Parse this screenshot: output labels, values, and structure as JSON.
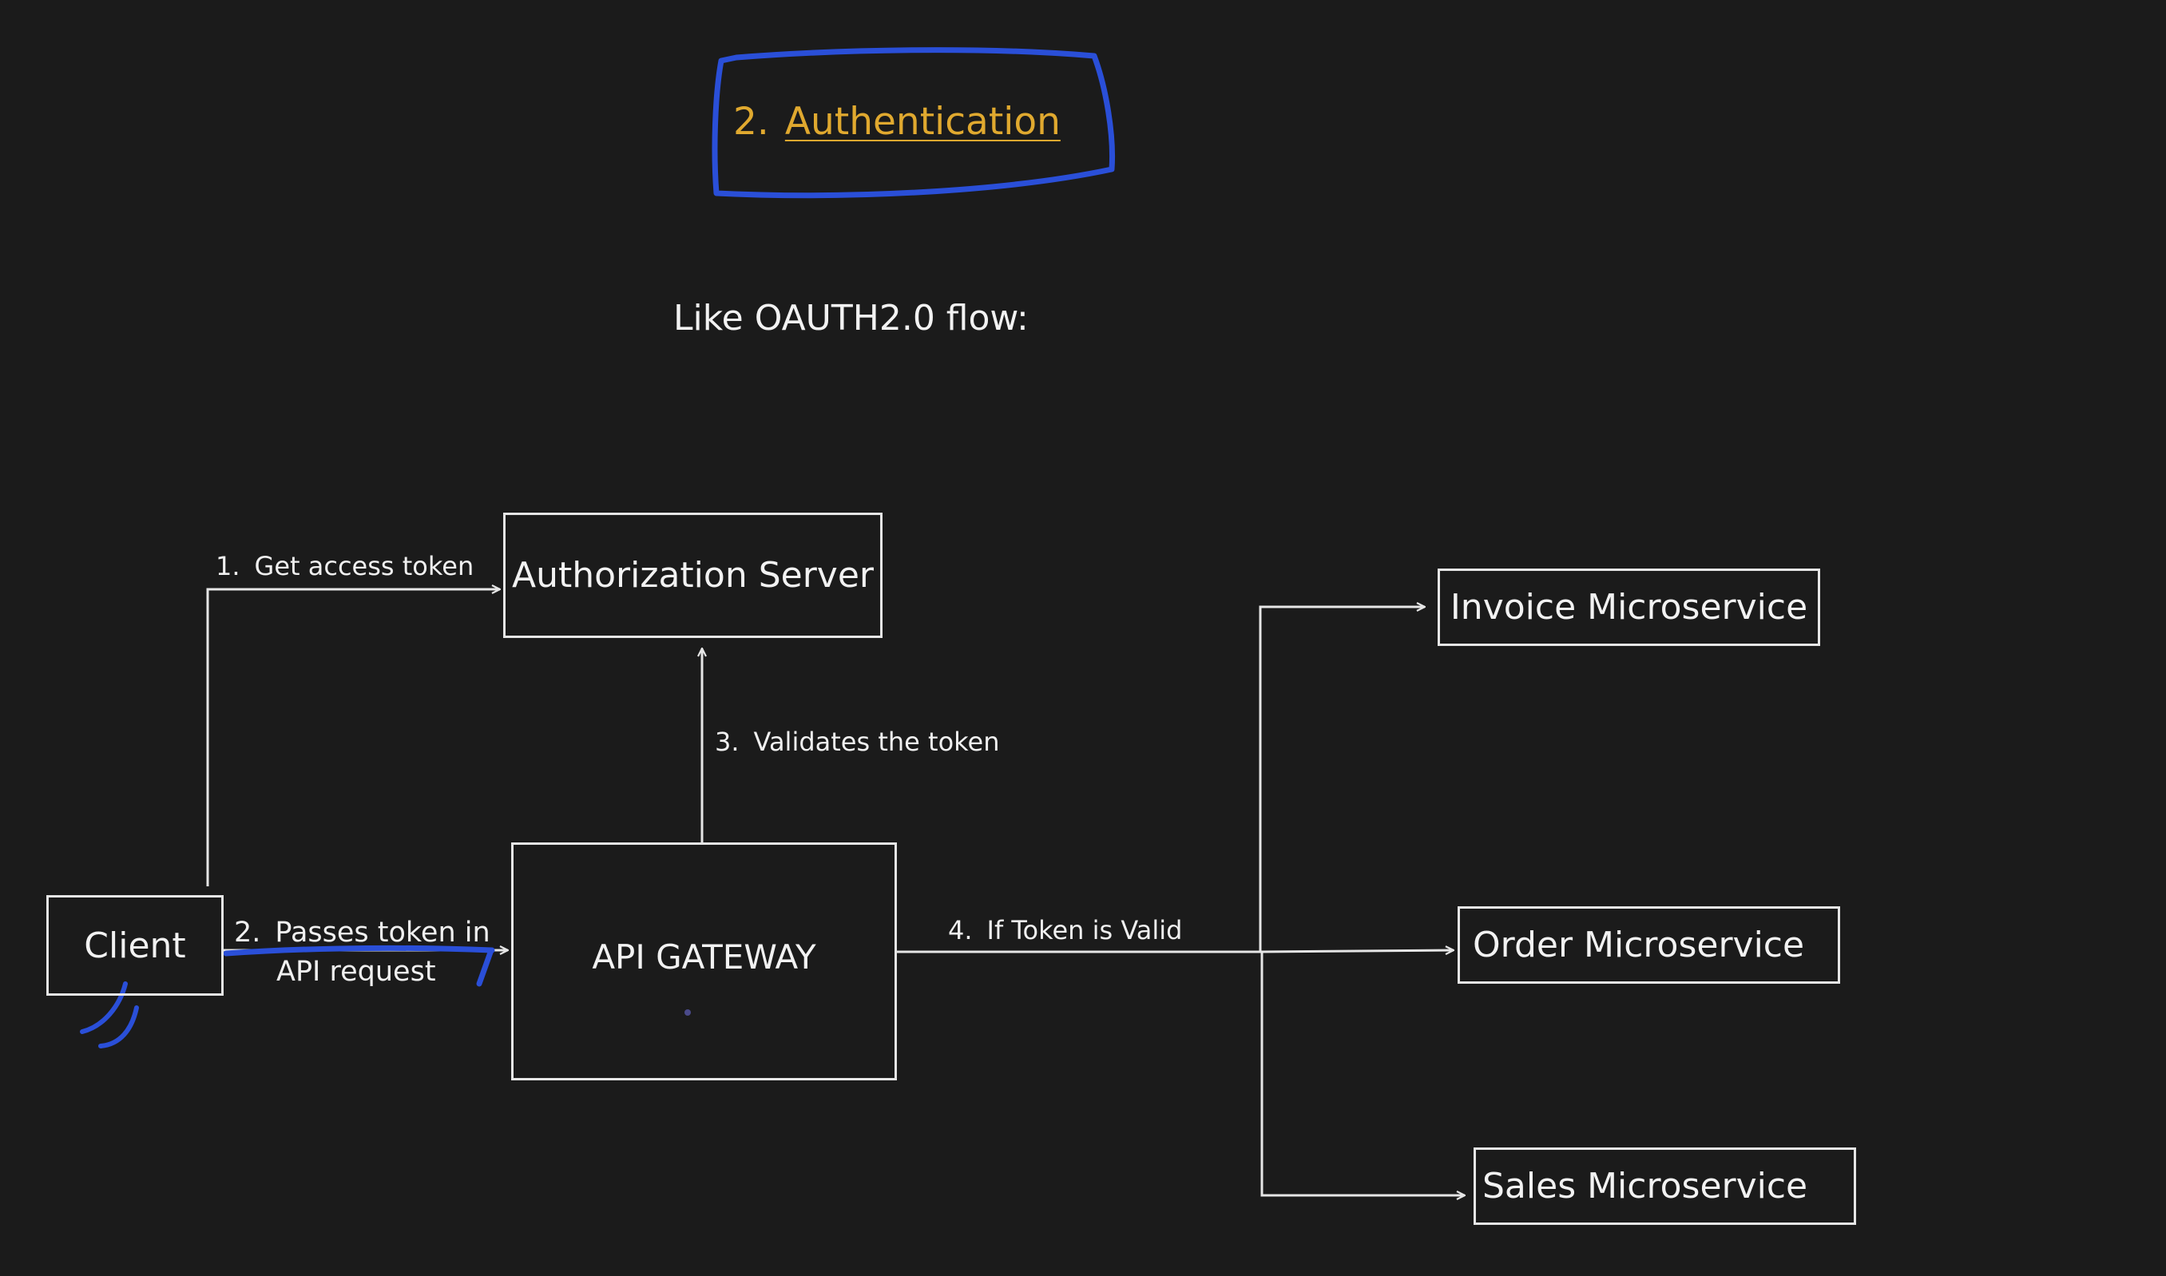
{
  "heading": {
    "number": "2.",
    "title": "Authentication"
  },
  "subtitle": "Like OAUTH2.0 flow:",
  "nodes": {
    "client": "Client",
    "auth_server": "Authorization Server",
    "api_gateway": "API GATEWAY",
    "invoice": "Invoice Microservice",
    "order": "Order Microservice",
    "sales": "Sales Microservice"
  },
  "edges": {
    "step1": {
      "number": "1.",
      "text": "Get access token"
    },
    "step2": {
      "number": "2.",
      "line1": "Passes token in",
      "line2": "API request"
    },
    "step3": {
      "number": "3.",
      "text": "Validates the token"
    },
    "step4": {
      "number": "4.",
      "text": "If Token is Valid"
    }
  },
  "colors": {
    "background": "#1b1b1b",
    "line": "#e6e6e6",
    "heading": "#e0a92f",
    "annotation": "#2a4fd8"
  }
}
